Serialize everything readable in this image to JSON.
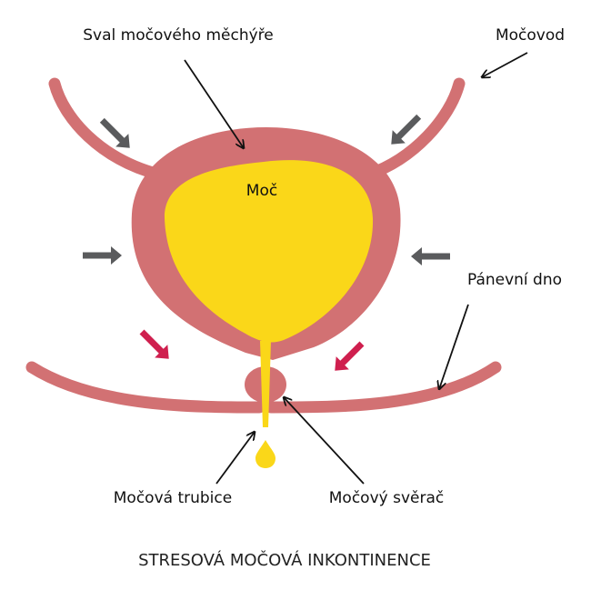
{
  "labels": {
    "bladder_muscle": "Sval močového měchýře",
    "ureter": "Močovod",
    "urine": "Moč",
    "pelvic_floor": "Pánevní dno",
    "urethra": "Močová trubice",
    "sphincter": "Močový svěrač"
  },
  "caption": "STRESOVÁ MOČOVÁ INKONTINENCE",
  "colors": {
    "muscle": "#d27173",
    "urine": "#fad719",
    "pressure_arrow": "#5a5b5d",
    "leak_arrow": "#cf1f4e",
    "pointer": "#111111",
    "text": "#111111"
  }
}
